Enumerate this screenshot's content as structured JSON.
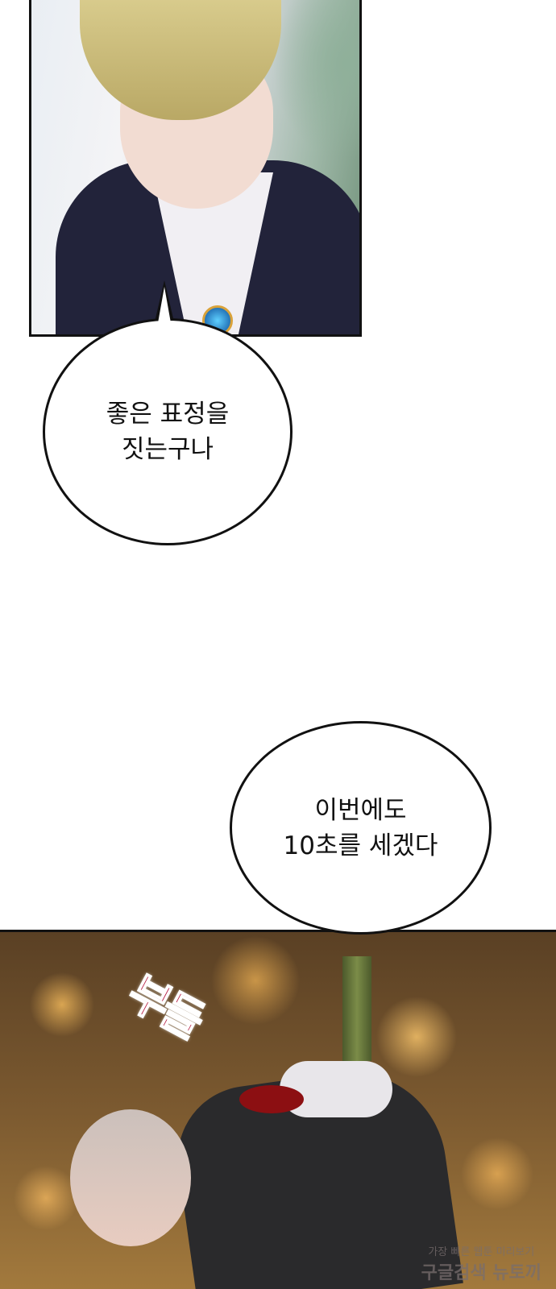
{
  "bubbles": [
    {
      "lines": [
        "좋은 표정을",
        "짓는구나"
      ]
    },
    {
      "lines": [
        "이번에도",
        "10초를 세겠다"
      ]
    }
  ],
  "sfx": "부들",
  "watermark": {
    "line1": "가장 빠른 웹툰 미리보기",
    "line2": "구글검색 뉴토끼"
  }
}
